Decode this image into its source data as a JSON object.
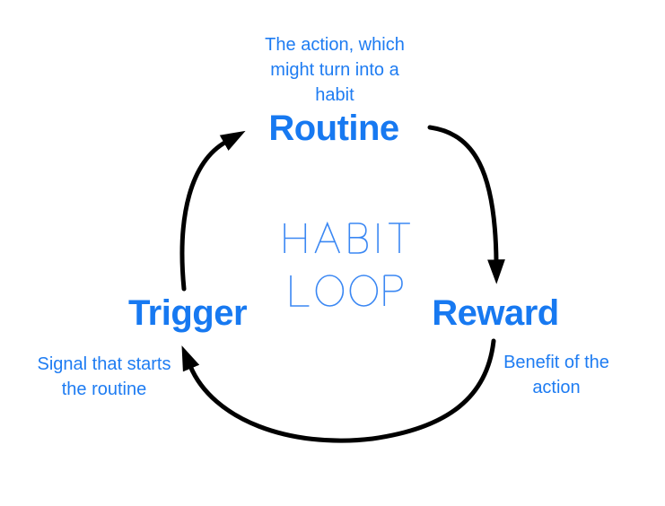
{
  "diagram": {
    "center_label": {
      "line1": "HABIT",
      "line2": "LOOP"
    },
    "nodes": [
      {
        "id": "routine",
        "label": "Routine",
        "description": "The action, which\nmight turn into a\nhabit"
      },
      {
        "id": "reward",
        "label": "Reward",
        "description": "Benefit of the\naction"
      },
      {
        "id": "trigger",
        "label": "Trigger",
        "description": "Signal that starts\nthe routine"
      }
    ],
    "arrows": [
      {
        "from": "routine",
        "to": "reward"
      },
      {
        "from": "reward",
        "to": "trigger"
      },
      {
        "from": "trigger",
        "to": "routine"
      }
    ],
    "colors": {
      "label": "#1779f1",
      "description": "#1e7cf2",
      "center": "#3a87f3",
      "arrow": "#000000",
      "background": "#ffffff"
    }
  }
}
